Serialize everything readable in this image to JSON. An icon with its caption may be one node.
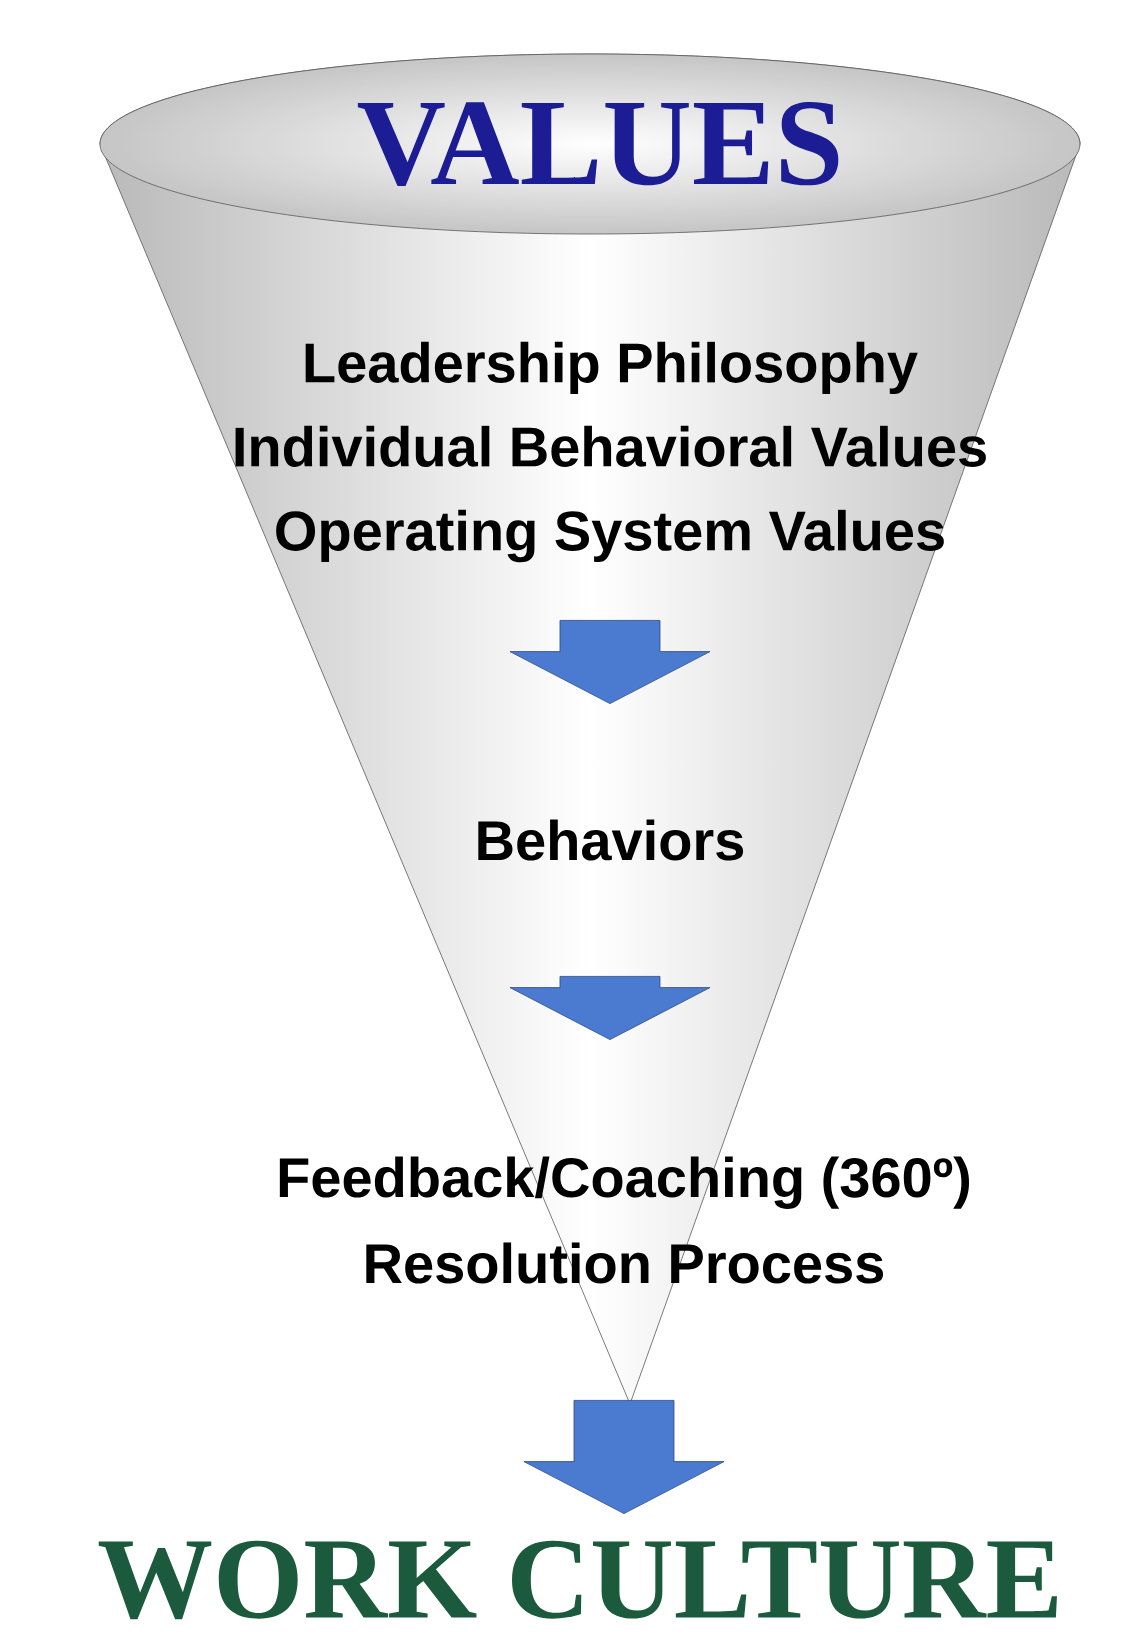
{
  "diagram": {
    "nodes": [
      {
        "text": [
          "VALUES"
        ]
      },
      {
        "text": [
          "Leadership Philosophy",
          "Individual Behavioral Values",
          "Operating System Values"
        ],
        "in": 0
      },
      {
        "text": [
          "Behaviors"
        ],
        "in": 0
      },
      {
        "text": [
          "Feedback/Coaching (360º)",
          "Resolution Process"
        ],
        "in": 0
      },
      {
        "text": [
          "WORK CULTURE"
        ]
      }
    ],
    "edges": [
      {
        "from": 1,
        "to": 2,
        "arrow": "to"
      },
      {
        "from": 2,
        "to": 3,
        "arrow": "to"
      },
      {
        "from": 3,
        "to": 4,
        "arrow": "to"
      }
    ]
  }
}
